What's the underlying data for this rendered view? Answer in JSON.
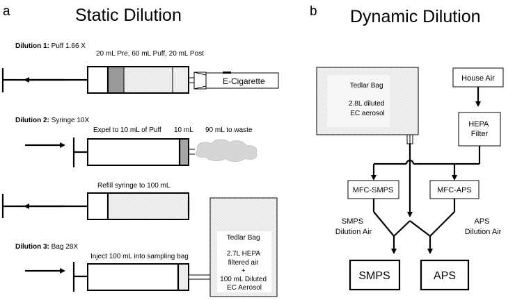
{
  "left": {
    "panel_letter": "a",
    "title": "Static Dilution",
    "row1": {
      "bold": "Dilution 1:",
      "rest": " Puff 1.66 X",
      "note": "20 mL Pre,  60 mL Puff,  20 mL Post",
      "device": "E-Cigarette"
    },
    "row2": {
      "bold": "Dilution 2:",
      "rest": " Syringe 10X",
      "note1": "Expel to 10 mL of Puff",
      "note2": "10 mL",
      "note3": "90 mL to waste"
    },
    "row3": {
      "note": "Refill syringe to 100 mL"
    },
    "row4": {
      "bold": "Dilution 3:",
      "rest": " Bag 28X",
      "note": "Inject 100 mL into sampling bag"
    },
    "bag": {
      "lines": [
        "Tedlar Bag",
        "2.7L HEPA",
        "filtered air",
        "+",
        "100 mL Diluted",
        "EC Aerosol"
      ]
    }
  },
  "right": {
    "panel_letter": "b",
    "title": "Dynamic Dilution",
    "bag": {
      "lines": [
        "Tedlar Bag",
        "2.8L diluted",
        "EC aerosol"
      ]
    },
    "house_air": "House Air",
    "hepa": [
      "HEPA",
      "Filter"
    ],
    "mfc_smps": "MFC-SMPS",
    "mfc_aps": "MFC-APS",
    "smps_air": [
      "SMPS",
      "Dilution Air"
    ],
    "aps_air": [
      "APS",
      "Dilution Air"
    ],
    "smps": "SMPS",
    "aps": "APS"
  }
}
